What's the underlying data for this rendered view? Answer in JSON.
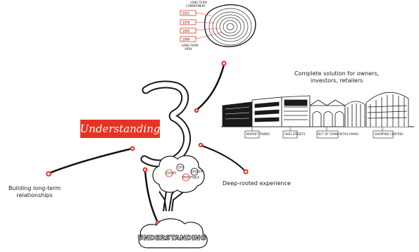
{
  "center_label": "Understanding",
  "captions": {
    "complete_solution": [
      "Complete solution for owners,",
      "investors, retailers"
    ],
    "building_relationships": [
      "Building long-term",
      "relationships"
    ],
    "deep_rooted": "Deep-rooted experience",
    "understanding_banner": "UNDERSTANDING"
  },
  "tree_rings": {
    "top_label": [
      "LONG TERM",
      "COMMITMENT"
    ],
    "years": [
      "2011",
      "1978",
      "1995",
      "1999"
    ],
    "bottom_label": [
      "LONG-TERM",
      "VIEW"
    ]
  },
  "building_signs": [
    "MARKET TOWNS",
    "HIGH STREETS",
    "OUT OF TOWN RETAIL PARKS",
    "SHOPPING CENTRES"
  ],
  "tree_badges": [
    "ESTATE",
    "OFF",
    "PROFITABLE",
    "GROWTH"
  ],
  "colors": {
    "accent": "#e63322",
    "ink": "#1a1a1a"
  }
}
